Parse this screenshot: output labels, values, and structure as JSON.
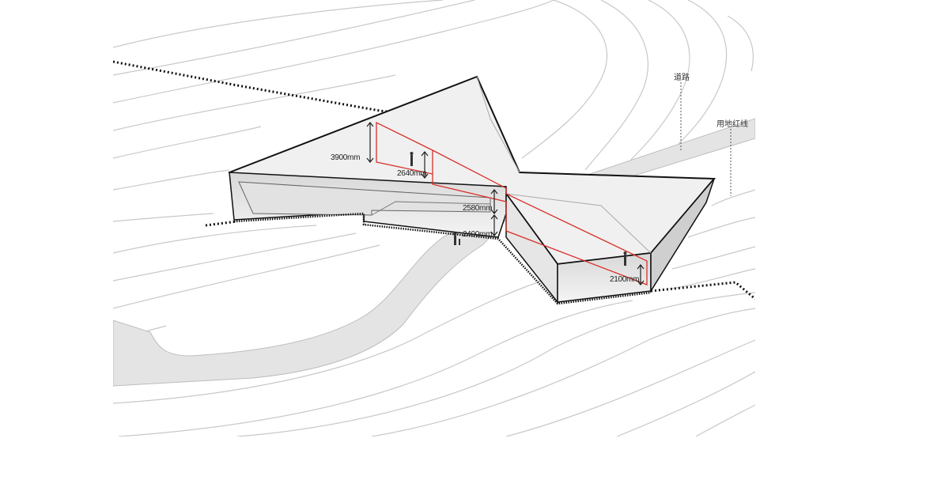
{
  "labels": {
    "road": "道路",
    "site_boundary": "用地红线"
  },
  "dimensions": {
    "d3900": "3900mm",
    "d2640": "2640mm",
    "d2580": "2580mm",
    "d2400": "2400mm",
    "d2100": "2100mm"
  },
  "colors": {
    "section_line": "#d9302b",
    "contour": "#c8c8c8",
    "road_fill": "#e4e4e4",
    "outline": "#111111"
  }
}
